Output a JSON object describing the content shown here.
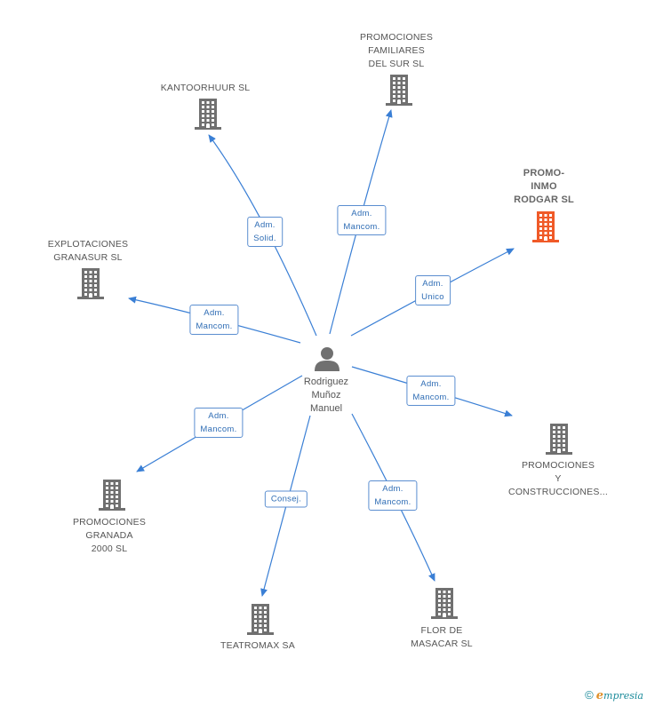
{
  "center": {
    "name": "Rodriguez\nMuñoz\nManuel"
  },
  "colors": {
    "edge": "#3a7fd5",
    "building": "#707070",
    "highlight": "#f05a28",
    "person": "#707070"
  },
  "nodes": [
    {
      "id": "kantoorhuur",
      "label": "KANTOORHUUR SL",
      "role": "Adm.\nSolid.",
      "highlight": false
    },
    {
      "id": "familiares",
      "label": "PROMOCIONES\nFAMILIARES\nDEL SUR SL",
      "role": "Adm.\nMancom.",
      "highlight": false
    },
    {
      "id": "rodgar",
      "label": "PROMO-\nINMO\nRODGAR SL",
      "role": "Adm.\nUnico",
      "highlight": true
    },
    {
      "id": "explotaciones",
      "label": "EXPLOTACIONES\nGRANASUR SL",
      "role": "Adm.\nMancom.",
      "highlight": false
    },
    {
      "id": "construcciones",
      "label": "PROMOCIONES\nY\nCONSTRUCCIONES...",
      "role": "Adm.\nMancom.",
      "highlight": false
    },
    {
      "id": "granada",
      "label": "PROMOCIONES\nGRANADA\n2000 SL",
      "role": "Adm.\nMancom.",
      "highlight": false
    },
    {
      "id": "teatromax",
      "label": "TEATROMAX SA",
      "role": "Consej.",
      "highlight": false
    },
    {
      "id": "masacar",
      "label": "FLOR DE\nMASACAR SL",
      "role": "Adm.\nMancom.",
      "highlight": false
    }
  ],
  "footer": {
    "copyright": "©",
    "brand_initial": "e",
    "brand_rest": "mpresia"
  }
}
